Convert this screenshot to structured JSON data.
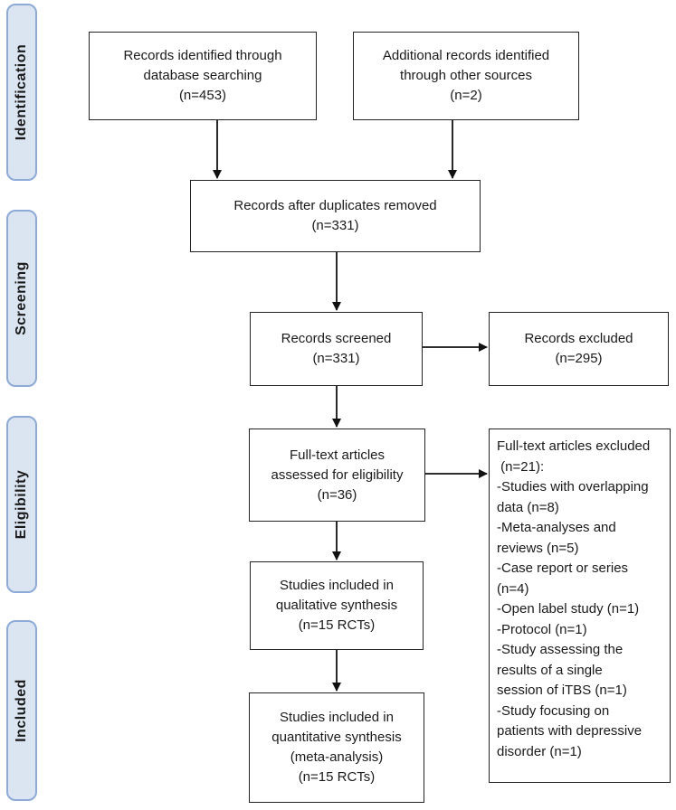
{
  "phases": {
    "identification": "Identification",
    "screening": "Screening",
    "eligibility": "Eligibility",
    "included": "Included"
  },
  "boxes": {
    "db_records": [
      "Records identified through",
      "database searching",
      "(n=453)"
    ],
    "other_records": [
      "Additional records identified",
      "through other sources",
      "(n=2)"
    ],
    "after_duplicates": [
      "Records after duplicates removed",
      "(n=331)"
    ],
    "screened": [
      "Records screened",
      "(n=331)"
    ],
    "excluded": [
      "Records excluded",
      "(n=295)"
    ],
    "fulltext_assessed": [
      "Full-text articles",
      "assessed for eligibility",
      "(n=36)"
    ],
    "qualitative": [
      "Studies included in",
      "qualitative synthesis",
      "(n=15 RCTs)"
    ],
    "quantitative": [
      "Studies included in",
      "quantitative synthesis",
      "(meta-analysis)",
      "(n=15 RCTs)"
    ]
  },
  "fulltext_excluded": [
    "Full-text articles excluded",
    " (n=21):",
    "-Studies with overlapping",
    "data (n=8)",
    "-Meta-analyses and",
    "reviews (n=5)",
    "-Case report or series",
    "(n=4)",
    "-Open label study (n=1)",
    "-Protocol (n=1)",
    "-Study assessing the",
    "results of a single",
    "session of iTBS (n=1)",
    "-Study focusing on",
    "patients with depressive",
    "disorder (n=1)"
  ]
}
